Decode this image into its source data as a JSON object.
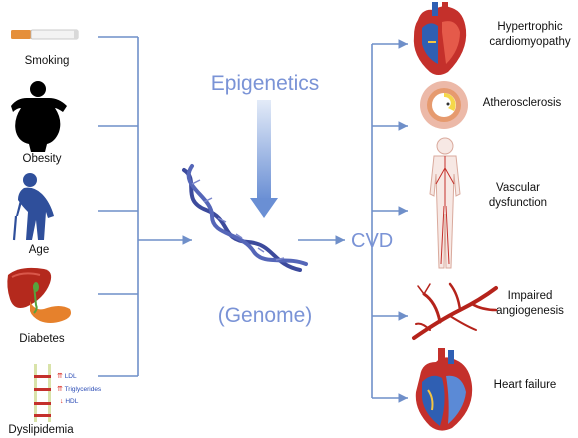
{
  "center": {
    "epigenetics": "Epigenetics",
    "genome": "(Genome)",
    "outcome": "CVD"
  },
  "risk_factors": [
    {
      "id": "smoking",
      "label": "Smoking"
    },
    {
      "id": "obesity",
      "label": "Obesity"
    },
    {
      "id": "age",
      "label": "Age"
    },
    {
      "id": "diabetes",
      "label": "Diabetes"
    },
    {
      "id": "dyslipidemia",
      "label": "Dyslipidemia"
    }
  ],
  "lipids": {
    "ldl": "LDL",
    "triglycerides": "Triglycerides",
    "hdl": "HDL"
  },
  "outcomes": [
    {
      "id": "hypertrophic",
      "label_line1": "Hypertrophic",
      "label_line2": "cardiomyopathy"
    },
    {
      "id": "atherosclerosis",
      "label_line1": "Atherosclerosis",
      "label_line2": ""
    },
    {
      "id": "vascular",
      "label_line1": "Vascular",
      "label_line2": "dysfunction"
    },
    {
      "id": "angiogenesis",
      "label_line1": "Impaired",
      "label_line2": "angiogenesis"
    },
    {
      "id": "heart-failure",
      "label_line1": "Heart failure",
      "label_line2": ""
    }
  ],
  "colors": {
    "connector": "#6f8fc9",
    "accent_text": "#7a93d6",
    "dna": "#3c4a9c",
    "heart_red": "#c4302b",
    "heart_blue": "#2f5fb3"
  }
}
